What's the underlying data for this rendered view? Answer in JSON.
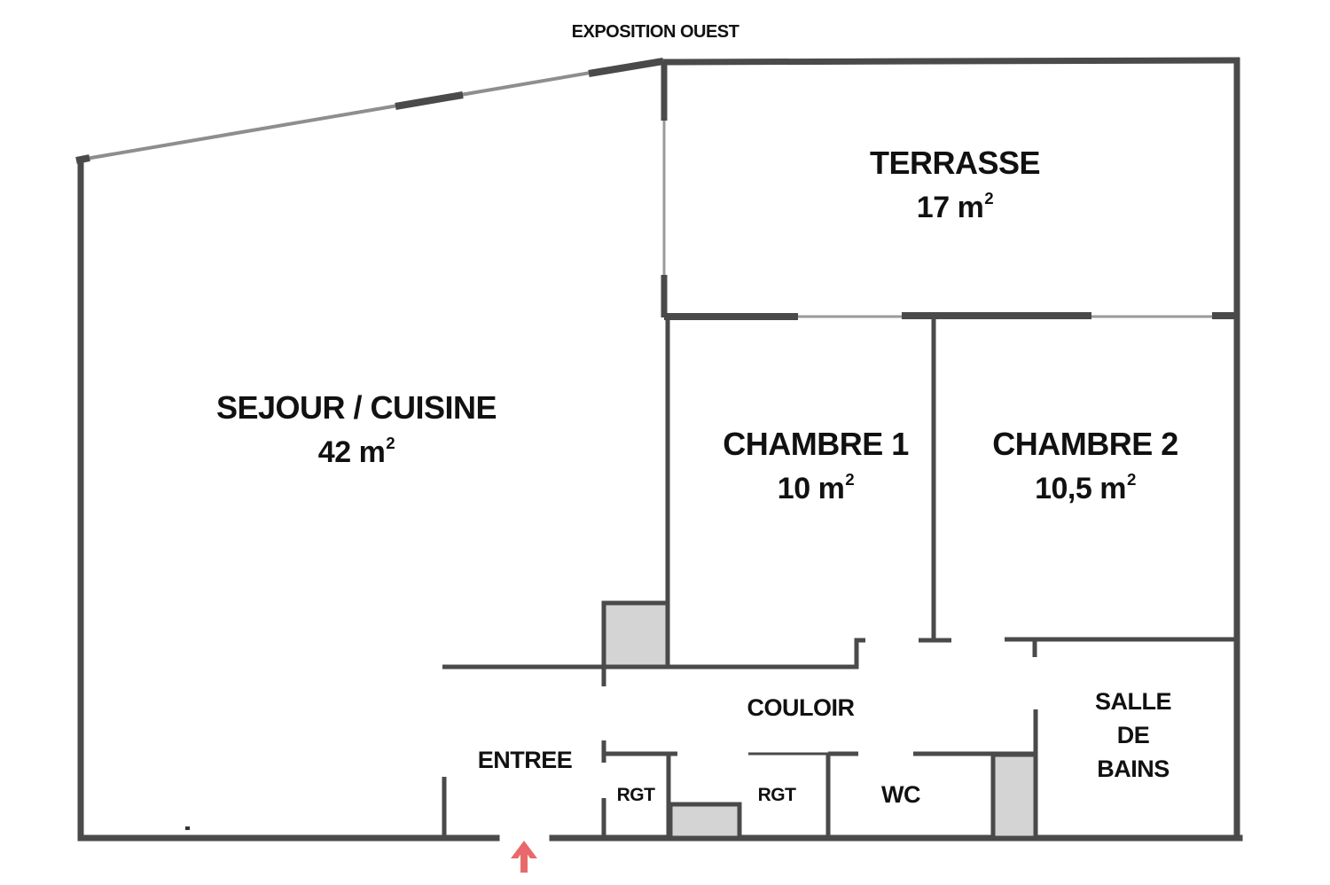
{
  "header": {
    "orientation_label": "EXPOSITION OUEST"
  },
  "rooms": {
    "sejour": {
      "name": "SEJOUR / CUISINE",
      "area_value": "42",
      "area_unit": "m",
      "area_exp": "2"
    },
    "terrasse": {
      "name": "TERRASSE",
      "area_value": "17",
      "area_unit": "m",
      "area_exp": "2"
    },
    "chambre1": {
      "name": "CHAMBRE 1",
      "area_value": "10",
      "area_unit": "m",
      "area_exp": "2"
    },
    "chambre2": {
      "name": "CHAMBRE 2",
      "area_value": "10,5",
      "area_unit": "m",
      "area_exp": "2"
    },
    "couloir": {
      "name": "COULOIR"
    },
    "entree": {
      "name": "ENTREE"
    },
    "rgt1": {
      "name": "RGT"
    },
    "rgt2": {
      "name": "RGT"
    },
    "wc": {
      "name": "WC"
    },
    "salle_de_bains": {
      "line1": "SALLE",
      "line2": "DE",
      "line3": "BAINS"
    }
  },
  "colors": {
    "wall": "#4a4a4a",
    "window": "#9a9a9a",
    "shaft_fill": "#d4d4d4",
    "entry_arrow": "#e8696b",
    "text": "#111111"
  },
  "entry_arrow": {
    "icon": "arrow-up-icon"
  }
}
